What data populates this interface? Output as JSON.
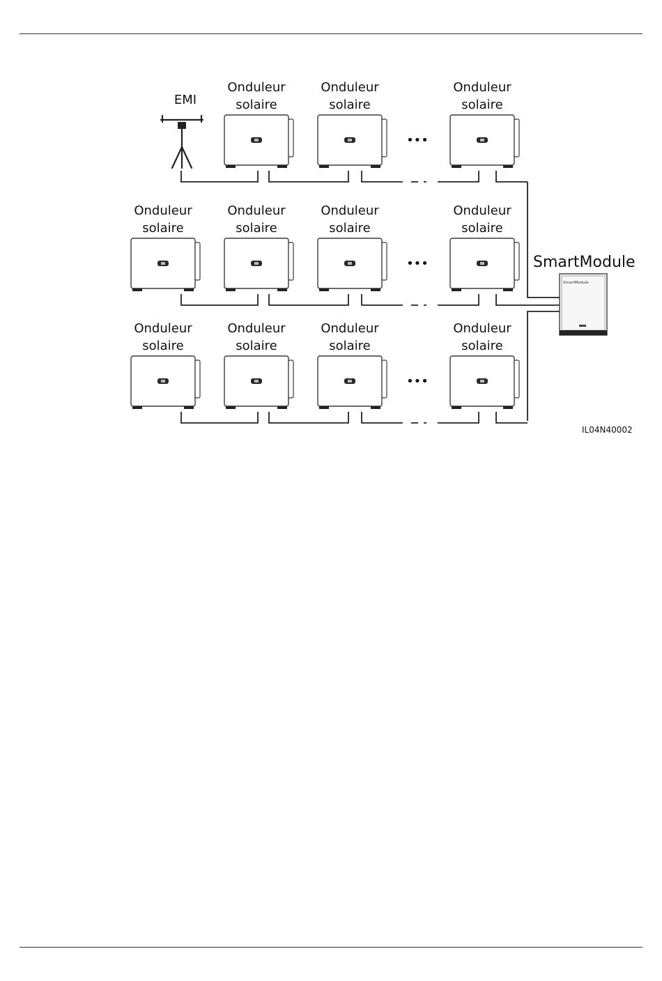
{
  "emi": {
    "label": "EMI"
  },
  "smartmodule": {
    "label": "SmartModule",
    "panel_text": "SmartModule"
  },
  "inverter": {
    "line1": "Onduleur",
    "line2": "solaire"
  },
  "ellipsis": "•••",
  "figure_code": "IL04N40002",
  "rows": [
    {
      "devices": [
        "emi",
        "inverter",
        "inverter",
        "ellipsis",
        "inverter"
      ]
    },
    {
      "devices": [
        "inverter",
        "inverter",
        "inverter",
        "ellipsis",
        "inverter"
      ]
    },
    {
      "devices": [
        "inverter",
        "inverter",
        "inverter",
        "ellipsis",
        "inverter"
      ]
    }
  ]
}
